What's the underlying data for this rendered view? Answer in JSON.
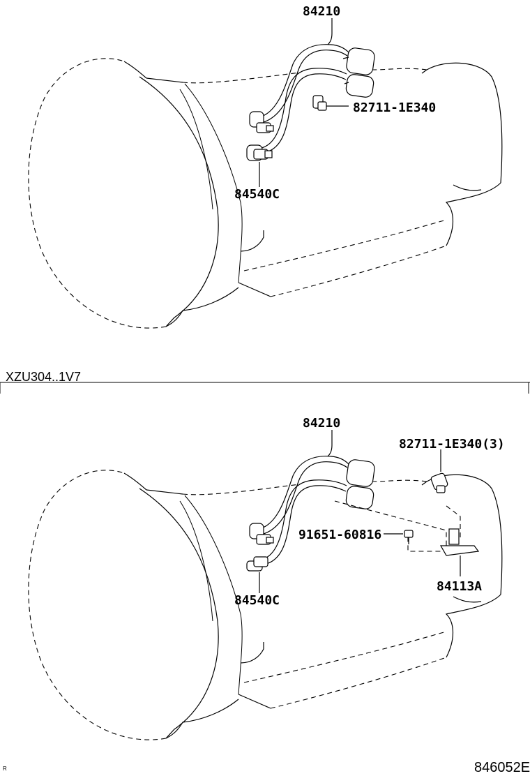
{
  "top": {
    "labels": {
      "harness": "84210",
      "connector": "82711-1E340",
      "switch": "84540C"
    }
  },
  "divider": {
    "variant": "XZU304..1V7"
  },
  "bottom": {
    "labels": {
      "harness": "84210",
      "connector": "82711-1E340(3)",
      "bolt": "91651-60816",
      "switch": "84540C",
      "bracket": "84113A"
    }
  },
  "footer": {
    "mark": "R",
    "figure_code": "846052E"
  }
}
